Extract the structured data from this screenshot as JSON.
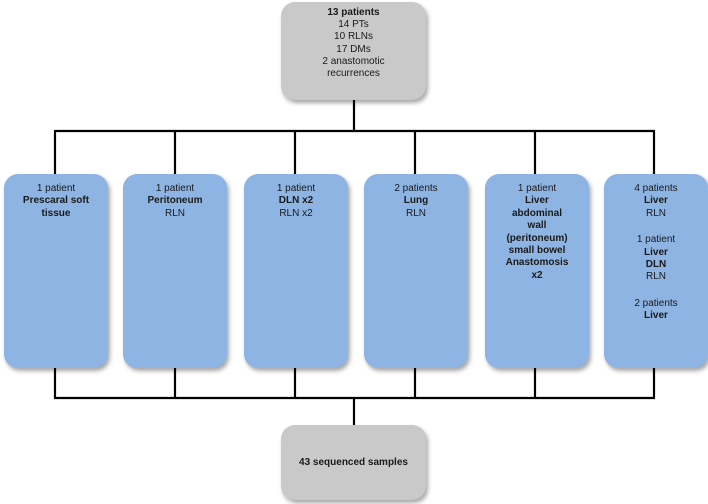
{
  "top_box": {
    "title": "13 patients",
    "lines": [
      "14 PTs",
      "10 RLNs",
      "17 DMs",
      "2 anastomotic",
      "recurrences"
    ]
  },
  "boxes": [
    {
      "count": "1 patient",
      "sites": [
        "Prescaral soft",
        "tissue"
      ]
    },
    {
      "count": "1 patient",
      "sites": [
        "Peritoneum"
      ],
      "extra": "RLN"
    },
    {
      "count": "1 patient",
      "sites": [
        "DLN x2"
      ],
      "extra": "RLN x2"
    },
    {
      "count": "2 patients",
      "sites": [
        "Lung"
      ],
      "extra": "RLN"
    },
    {
      "count": "1 patient",
      "sites": [
        "Liver",
        "abdominal",
        "wall",
        "(peritoneum)",
        "small bowel",
        "Anastomosis",
        "x2"
      ]
    },
    {
      "groups": [
        {
          "count": "4 patients",
          "sites": [
            "Liver"
          ],
          "extra": "RLN"
        },
        {
          "count": "1 patient",
          "sites": [
            "Liver",
            "DLN"
          ],
          "extra": "RLN"
        },
        {
          "count": "2 patients",
          "sites": [
            "Liver"
          ]
        }
      ]
    }
  ],
  "bottom_box": {
    "label": "43 sequenced samples"
  }
}
